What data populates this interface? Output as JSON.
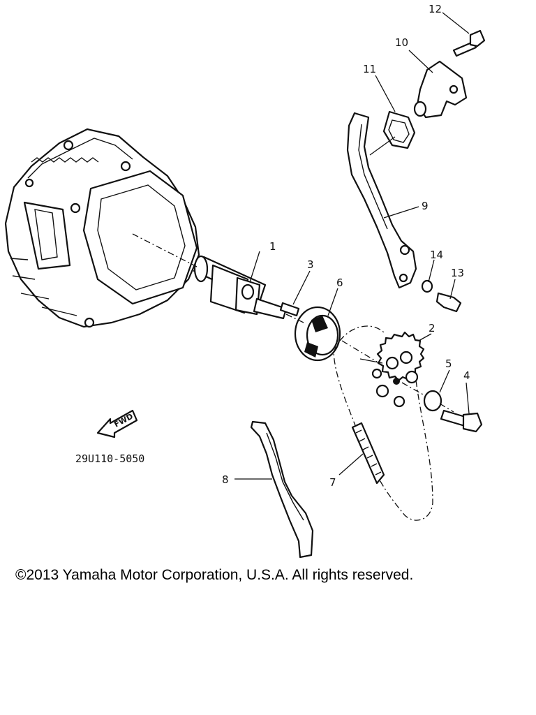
{
  "diagram": {
    "callouts": [
      "1",
      "2",
      "3",
      "4",
      "5",
      "6",
      "7",
      "8",
      "9",
      "10",
      "11",
      "12",
      "13",
      "14"
    ],
    "fwd_label": "FWD",
    "diagram_code": "29U110-5050"
  },
  "copyright": "©2013 Yamaha Motor Corporation, U.S.A. All rights reserved."
}
